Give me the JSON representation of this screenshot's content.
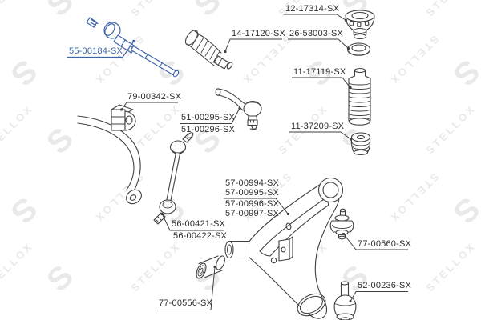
{
  "watermark": {
    "text": "STELLOX",
    "logo_letter": "S"
  },
  "colors": {
    "background": "#ffffff",
    "line": "#3f3f3f",
    "label": "#2d2d2d",
    "highlight": "#3c64a8",
    "watermark": "#e9e9e9"
  },
  "parts": [
    {
      "name": "tie-rod-axial-joint",
      "number": "55-00184-SX",
      "highlighted": true
    },
    {
      "name": "steering-rack-boot",
      "number": "14-17120-SX",
      "highlighted": false
    },
    {
      "name": "strut-mount",
      "number": "12-17314-SX",
      "highlighted": false
    },
    {
      "name": "coil-spring-seat",
      "number": "26-53003-SX",
      "highlighted": false
    },
    {
      "name": "shock-absorber-boot",
      "number": "11-17119-SX",
      "highlighted": false
    },
    {
      "name": "bump-stop",
      "number": "11-37209-SX",
      "highlighted": false
    },
    {
      "name": "stabilizer-bushing",
      "number": "79-00342-SX",
      "highlighted": false
    },
    {
      "name": "tie-rod-end-left",
      "number": "51-00295-SX",
      "highlighted": false
    },
    {
      "name": "tie-rod-end-right",
      "number": "51-00296-SX",
      "highlighted": false
    },
    {
      "name": "stabilizer-link-left",
      "number": "56-00421-SX",
      "highlighted": false
    },
    {
      "name": "stabilizer-link-right",
      "number": "56-00422-SX",
      "highlighted": false
    },
    {
      "name": "control-arm-1",
      "number": "57-00994-SX",
      "highlighted": false
    },
    {
      "name": "control-arm-2",
      "number": "57-00995-SX",
      "highlighted": false
    },
    {
      "name": "control-arm-3",
      "number": "57-00996-SX",
      "highlighted": false
    },
    {
      "name": "control-arm-4",
      "number": "57-00997-SX",
      "highlighted": false
    },
    {
      "name": "control-arm-front-bushing",
      "number": "77-00556-SX",
      "highlighted": false
    },
    {
      "name": "control-arm-rear-bushing",
      "number": "77-00560-SX",
      "highlighted": false
    },
    {
      "name": "ball-joint",
      "number": "52-00236-SX",
      "highlighted": false
    }
  ]
}
